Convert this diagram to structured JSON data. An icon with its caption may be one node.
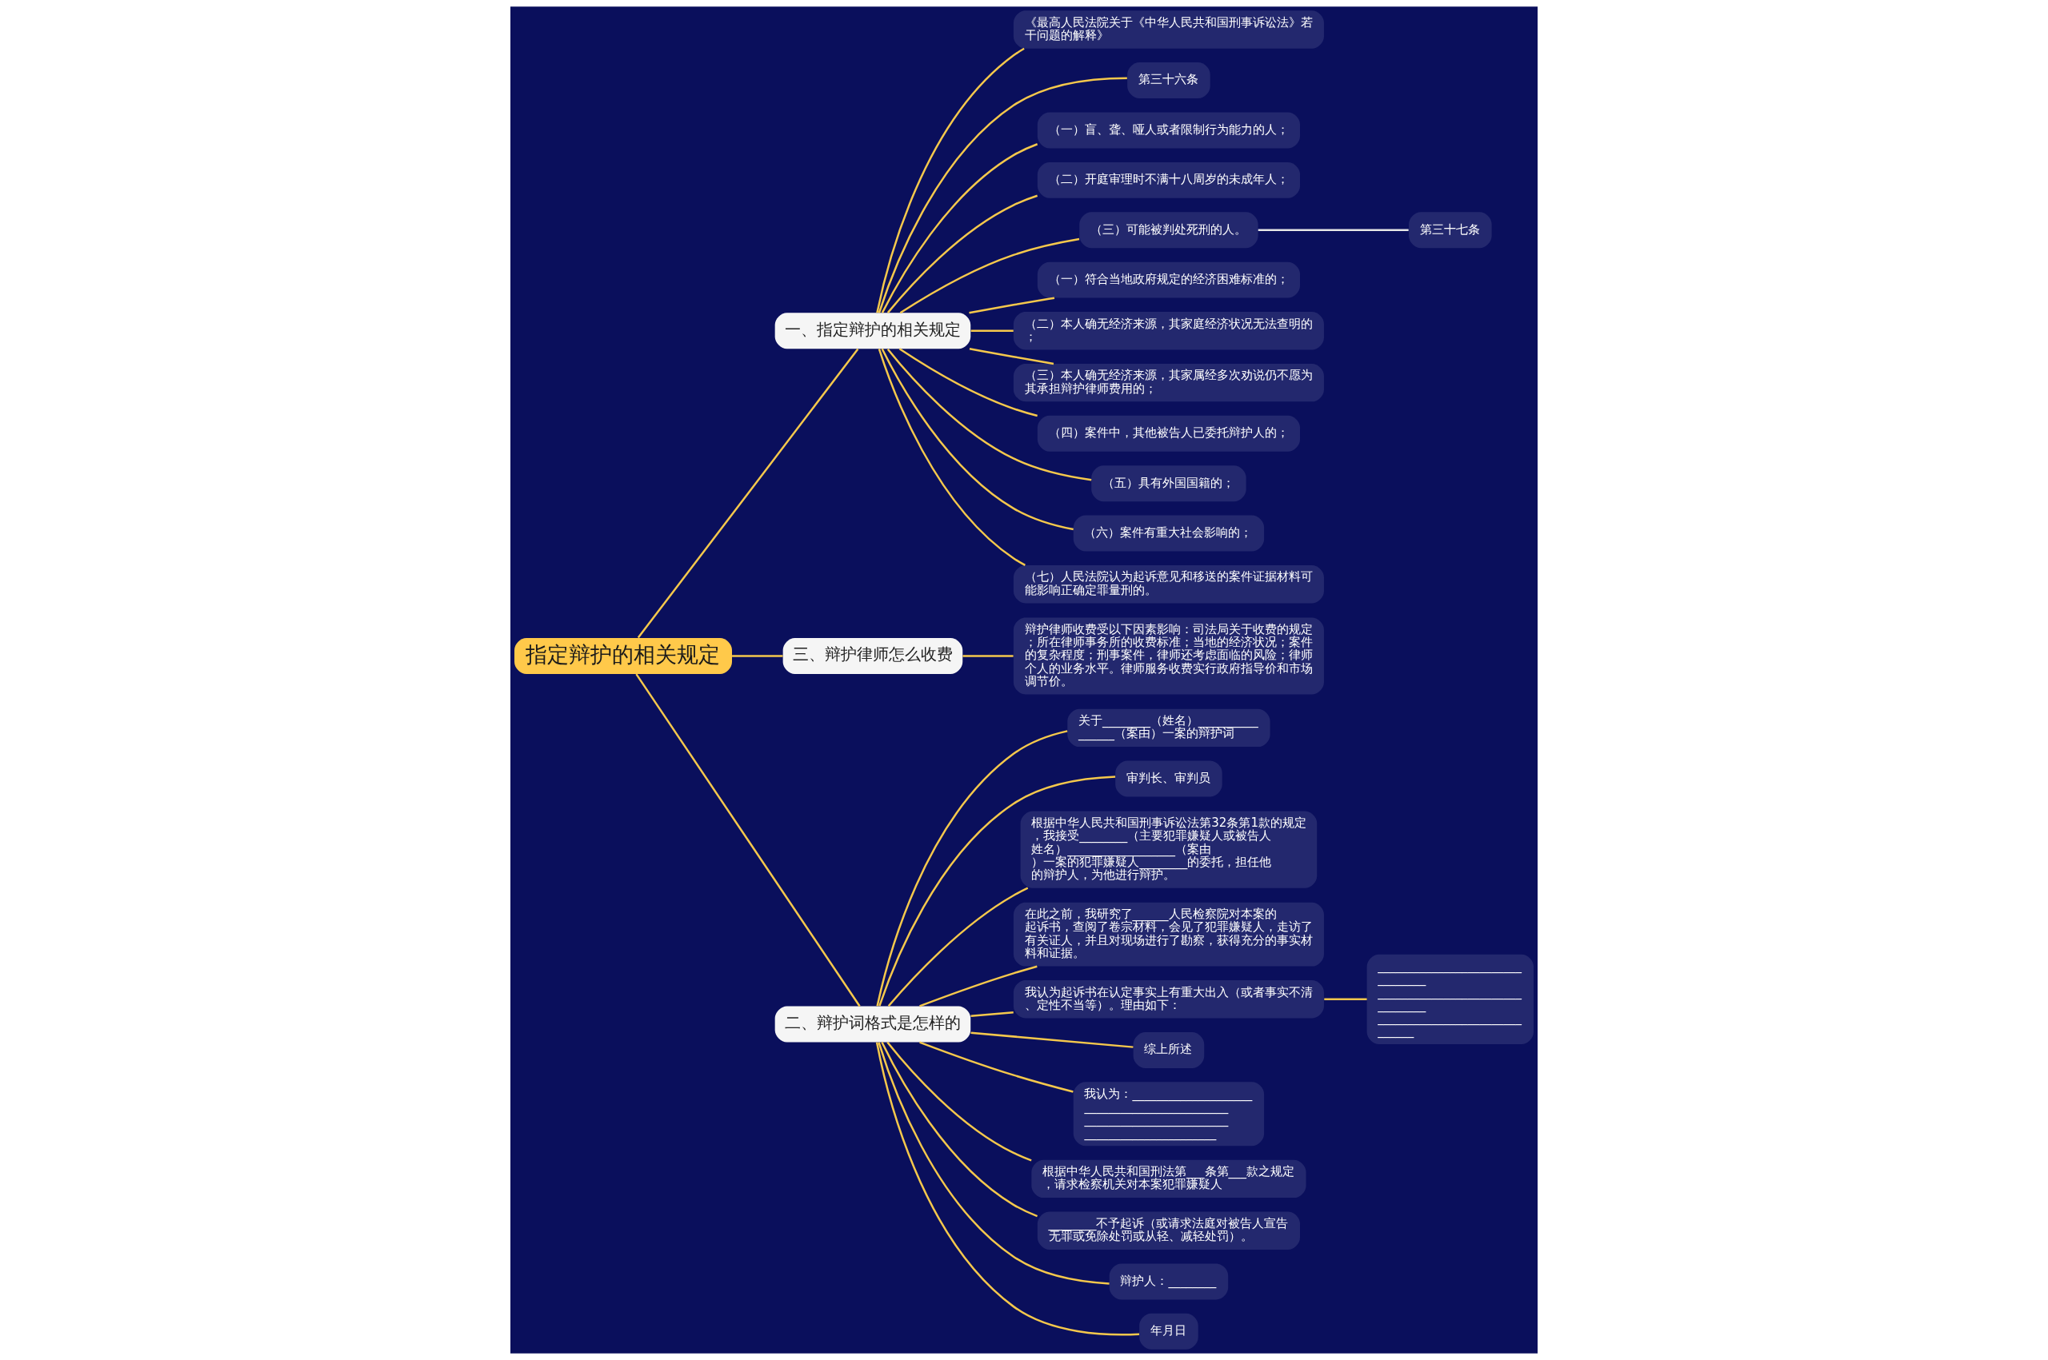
{
  "diagram": {
    "nodes": [
      {
        "text": [
          "指定辩护的相关规定"
        ]
      },
      {
        "text": [
          "一、指定辩护的相关规定"
        ]
      },
      {
        "text": [
          "《最高人民法院关于《中华人民共和国刑事诉讼法》若干问题的解释》"
        ]
      },
      {
        "text": [
          "第三十六条"
        ]
      },
      {
        "text": [
          "（一）盲、聋、哑人或者限制行为能力的人；"
        ]
      },
      {
        "text": [
          "（二）开庭审理时不满十八周岁的未成年人；"
        ]
      },
      {
        "text": [
          "（三）可能被判处死刑的人。"
        ]
      },
      {
        "text": [
          "第三十七条"
        ]
      },
      {
        "text": [
          "（一）符合当地政府规定的经济困难标准的；"
        ]
      },
      {
        "text": [
          "（二）本人确无经济来源，其家庭经济状况无法查明的；"
        ]
      },
      {
        "text": [
          "（三）本人确无经济来源，其家属经多次劝说仍不愿为其承担辩护律师费用的；"
        ]
      },
      {
        "text": [
          "（四）案件中，其他被告人已委托辩护人的；"
        ]
      },
      {
        "text": [
          "（五）具有外国国籍的；"
        ]
      },
      {
        "text": [
          "（六）案件有重大社会影响的；"
        ]
      },
      {
        "text": [
          "（七）人民法院认为起诉意见和移送的案件证据材料可能影响正确定罪量刑的。"
        ]
      },
      {
        "text": [
          "三、辩护律师怎么收费"
        ]
      },
      {
        "text": [
          "辩护律师收费受以下因素影响：司法局关于收费的规定；所在律师事务所的收费标准；当地的经济状况；案件的复杂程度；刑事案件，律师还考虑面临的风险；律师个人的业务水平。律师服务收费实行政府指导价和市场调节价。"
        ]
      },
      {
        "text": [
          "二、辩护词格式是怎样的"
        ]
      },
      {
        "text": [
          "关于________（姓名）________________（案由）一案的辩护词"
        ]
      },
      {
        "text": [
          "审判长、审判员"
        ]
      },
      {
        "text": [
          "根据中华人民共和国刑事诉讼法第32条第1款的规定，我接受________（主要犯罪嫌疑人或被告人姓名）__________________（案由）一案的犯罪嫌疑人________的委托，担任他的辩护人，为他进行辩护。"
        ]
      },
      {
        "text": [
          "在此之前，我研究了______人民检察院对本案的起诉书，查阅了卷宗材料，会见了犯罪嫌疑人，走访了有关证人，并且对现场进行了勘察，获得充分的事实材料和证据。"
        ]
      },
      {
        "text": [
          "我认为起诉书在认定事实上有重大出入（或者事实不清、定性不当等）。理由如下："
        ]
      },
      {
        "text": [
          "________________________________ ________________________________ ______________________________"
        ]
      },
      {
        "text": [
          "综上所述"
        ]
      },
      {
        "text": [
          "我认为：__________________________________________________________________________________________"
        ]
      },
      {
        "text": [
          "根据中华人民共和国刑法第___条第___款之规定，请求检察机关对本案犯罪嫌疑人"
        ]
      },
      {
        "text": [
          "________不予起诉（或请求法庭对被告人宣告无罪或免除处罚或从轻、减轻处罚）。"
        ]
      },
      {
        "text": [
          "辩护人：________"
        ]
      },
      {
        "text": [
          "年月日"
        ]
      }
    ],
    "edges": [
      {
        "from": 0,
        "to": 1,
        "arrow": "none"
      },
      {
        "from": 1,
        "to": 2,
        "arrow": "none"
      },
      {
        "from": 1,
        "to": 3,
        "arrow": "none"
      },
      {
        "from": 1,
        "to": 4,
        "arrow": "none"
      },
      {
        "from": 1,
        "to": 5,
        "arrow": "none"
      },
      {
        "from": 1,
        "to": 6,
        "arrow": "none"
      },
      {
        "from": 6,
        "to": 7,
        "arrow": "none",
        "color": "#e6e6e6"
      },
      {
        "from": 1,
        "to": 8,
        "arrow": "none"
      },
      {
        "from": 1,
        "to": 9,
        "arrow": "none"
      },
      {
        "from": 1,
        "to": 10,
        "arrow": "none"
      },
      {
        "from": 1,
        "to": 11,
        "arrow": "none"
      },
      {
        "from": 1,
        "to": 12,
        "arrow": "none"
      },
      {
        "from": 1,
        "to": 13,
        "arrow": "none"
      },
      {
        "from": 1,
        "to": 14,
        "arrow": "none"
      },
      {
        "from": 0,
        "to": 15,
        "arrow": "none"
      },
      {
        "from": 15,
        "to": 16,
        "arrow": "none"
      },
      {
        "from": 0,
        "to": 17,
        "arrow": "none"
      },
      {
        "from": 17,
        "to": 18,
        "arrow": "none"
      },
      {
        "from": 17,
        "to": 19,
        "arrow": "none"
      },
      {
        "from": 17,
        "to": 20,
        "arrow": "none"
      },
      {
        "from": 17,
        "to": 21,
        "arrow": "none"
      },
      {
        "from": 17,
        "to": 22,
        "arrow": "none"
      },
      {
        "from": 22,
        "to": 23,
        "arrow": "none"
      },
      {
        "from": 17,
        "to": 24,
        "arrow": "none"
      },
      {
        "from": 17,
        "to": 25,
        "arrow": "none"
      },
      {
        "from": 17,
        "to": 26,
        "arrow": "none"
      },
      {
        "from": 17,
        "to": 27,
        "arrow": "none"
      },
      {
        "from": 17,
        "to": 28,
        "arrow": "none"
      },
      {
        "from": 17,
        "to": 29,
        "arrow": "none"
      }
    ]
  }
}
